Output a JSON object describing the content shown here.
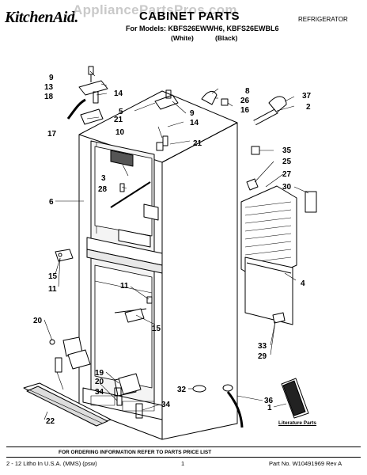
{
  "header": {
    "brand": "KitchenAid.",
    "title": "CABINET PARTS",
    "models_line": "For Models: KBFS26EWWH6, KBFS26EWBL6",
    "variant_white": "(White)",
    "variant_black": "(Black)",
    "category": "REFRIGERATOR"
  },
  "watermark": "AppliancePartsPros.com",
  "callouts": [
    "9",
    "13",
    "18",
    "17",
    "14",
    "21",
    "5",
    "9",
    "10",
    "14",
    "8",
    "26",
    "16",
    "37",
    "2",
    "21",
    "3",
    "28",
    "6",
    "35",
    "25",
    "27",
    "30",
    "15",
    "11",
    "11",
    "15",
    "4",
    "20",
    "19",
    "20",
    "34",
    "22",
    "32",
    "36",
    "33",
    "29",
    "34",
    "1"
  ],
  "literature_label": "Literature Parts",
  "footer": {
    "order_info": "FOR ORDERING INFORMATION REFER TO PARTS PRICE LIST",
    "litho": "2 - 12 Litho In U.S.A. (MMS) (psw)",
    "page_number": "1",
    "part_number": "Part No. W10491969 Rev A"
  }
}
